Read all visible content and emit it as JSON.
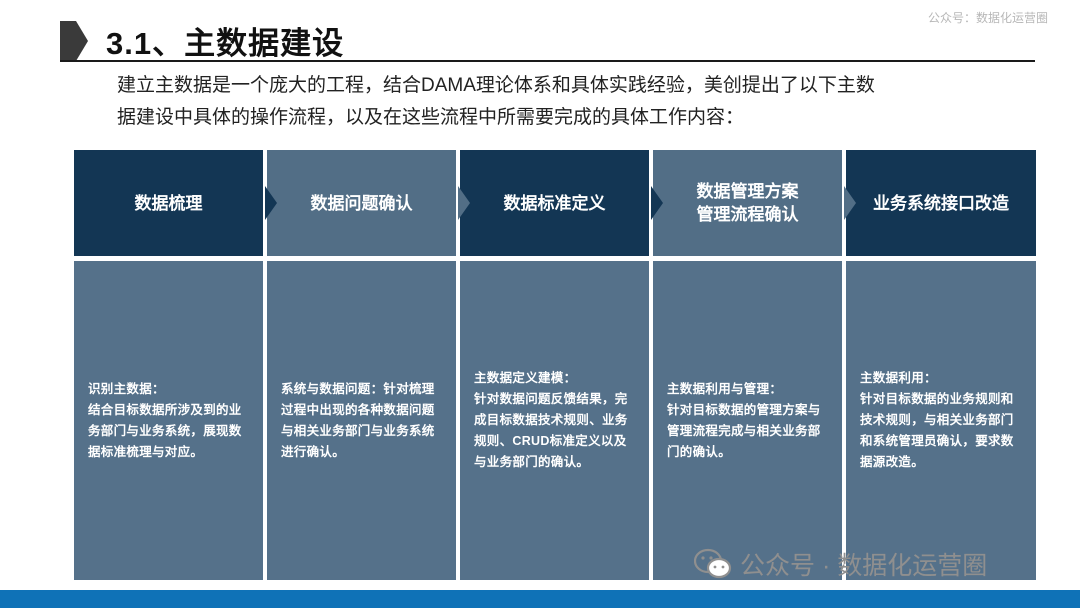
{
  "slide": {
    "title": "3.1、主数据建设",
    "watermark_top": "公众号：数据化运营圈",
    "intro_lines": [
      "建立主数据是一个庞大的工程，结合DAMA理论体系和具体实践经验，美创提出了以下主数",
      "据建设中具体的操作流程，以及在这些流程中所需要完成的具体工作内容："
    ],
    "columns": [
      {
        "header": "数据梳理",
        "body": [
          "识别主数据：",
          "结合目标数据所涉及到的业务部门与业务系统，展现数据标准梳理与对应。"
        ]
      },
      {
        "header": "数据问题确认",
        "body": [
          "系统与数据问题：针对梳理过程中出现的各种数据问题与相关业务部门与业务系统进行确认。"
        ]
      },
      {
        "header": "数据标准定义",
        "body": [
          "主数据定义建模：",
          "针对数据问题反馈结果，完成目标数据技术规则、业务规则、CRUD标准定义以及与业务部门的确认。"
        ]
      },
      {
        "header": "数据管理方案\n管理流程确认",
        "header_line1": "数据管理方案",
        "header_line2": "管理流程确认",
        "body": [
          "主数据利用与管理：",
          "针对目标数据的管理方案与管理流程完成与相关业务部门的确认。"
        ]
      },
      {
        "header": "业务系统接口改造",
        "body": [
          "主数据利用：",
          "针对目标数据的业务规则和技术规则，与相关业务部门和系统管理员确认，要求数据源改造。"
        ]
      }
    ],
    "watermark_bottom": "公众号 · 数据化运营圈",
    "colors": {
      "header_dark": "#133654",
      "header_mid": "#526e86",
      "body_bg": "#55718a",
      "bottom_bar": "#0f72b7"
    },
    "icons": [
      "title-marker-icon",
      "chevron-arrow-icon",
      "wechat-icon"
    ]
  }
}
